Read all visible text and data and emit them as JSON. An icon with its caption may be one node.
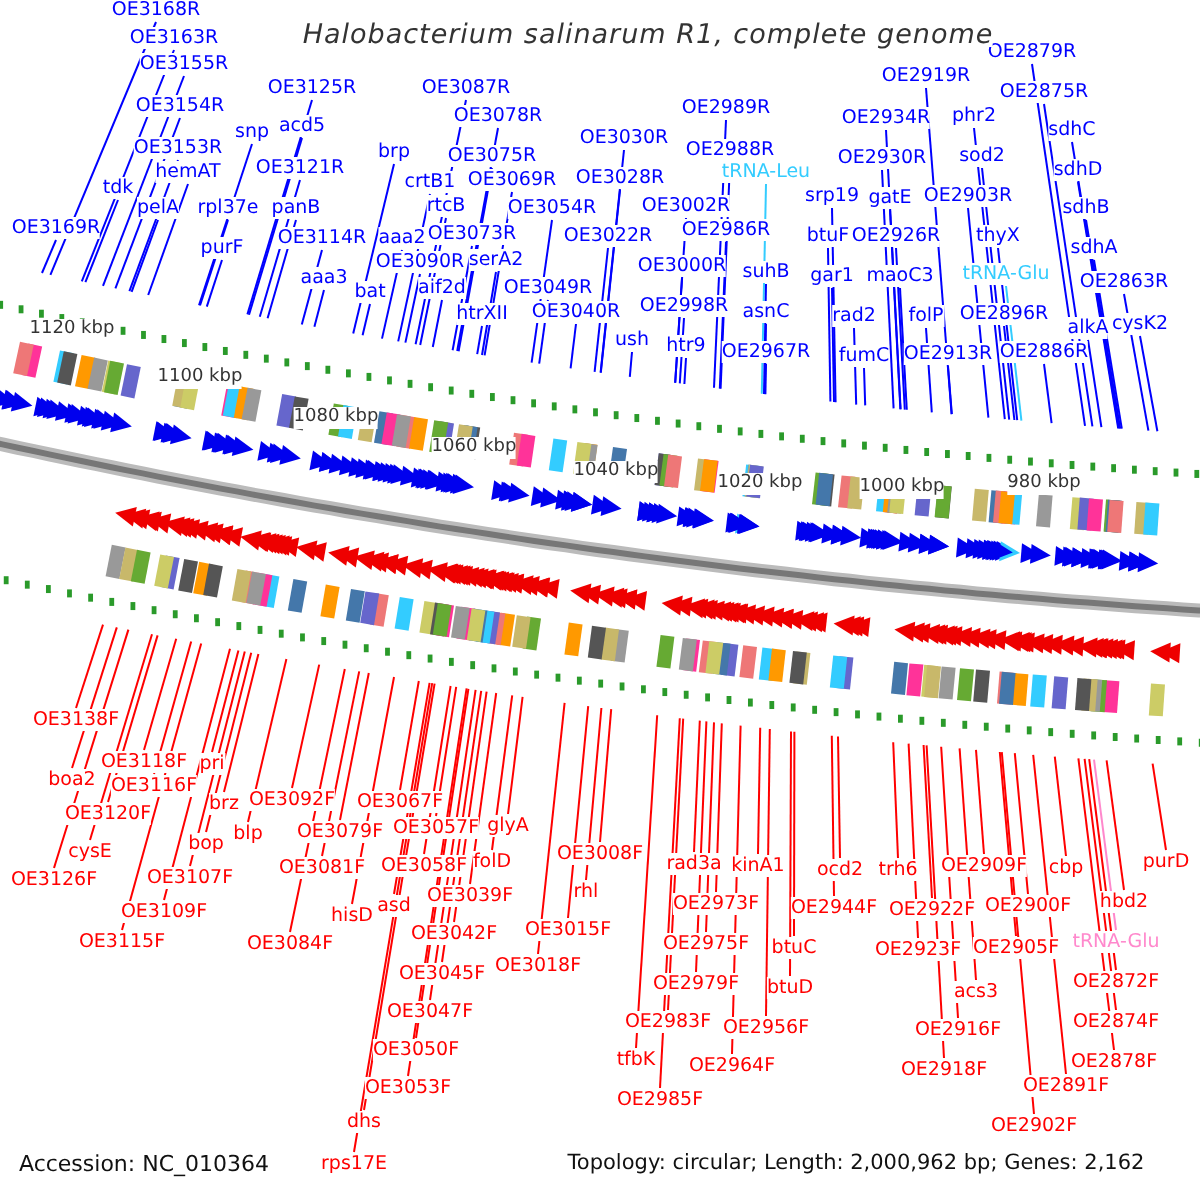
{
  "diagram": {
    "title": "Halobacterium salinarum R1, complete genome",
    "nodes": [
      {
        "text": [
          "OE3168R"
        ]
      },
      {
        "text": [
          "OE3163R"
        ]
      },
      {
        "text": [
          "OE3155R"
        ]
      },
      {
        "text": [
          "OE3154R"
        ]
      },
      {
        "text": [
          "OE3153R"
        ]
      },
      {
        "text": [
          "hemAT"
        ]
      },
      {
        "text": [
          "tdk"
        ]
      },
      {
        "text": [
          "pelA"
        ]
      },
      {
        "text": [
          "rpl37e"
        ]
      },
      {
        "text": [
          "OE3169R"
        ]
      },
      {
        "text": [
          "snp"
        ]
      },
      {
        "text": [
          "OE3125R"
        ]
      },
      {
        "text": [
          "acd5"
        ]
      },
      {
        "text": [
          "OE3121R"
        ]
      },
      {
        "text": [
          "panB"
        ]
      },
      {
        "text": [
          "purF"
        ]
      },
      {
        "text": [
          "OE3114R"
        ]
      },
      {
        "text": [
          "aaa3"
        ]
      },
      {
        "text": [
          "brp"
        ]
      },
      {
        "text": [
          "crtB1"
        ]
      },
      {
        "text": [
          "rtcB"
        ]
      },
      {
        "text": [
          "aaa2"
        ]
      },
      {
        "text": [
          "OE3090R"
        ]
      },
      {
        "text": [
          "bat"
        ]
      },
      {
        "text": [
          "aif2d"
        ]
      },
      {
        "text": [
          "OE3087R"
        ]
      },
      {
        "text": [
          "OE3078R"
        ]
      },
      {
        "text": [
          "OE3075R"
        ]
      },
      {
        "text": [
          "OE3069R"
        ]
      },
      {
        "text": [
          "OE3073R"
        ]
      },
      {
        "text": [
          "serA2"
        ]
      },
      {
        "text": [
          "OE3054R"
        ]
      },
      {
        "text": [
          "htrXII"
        ]
      },
      {
        "text": [
          "OE3049R"
        ]
      },
      {
        "text": [
          "OE3040R"
        ]
      },
      {
        "text": [
          "OE3030R"
        ]
      },
      {
        "text": [
          "OE3028R"
        ]
      },
      {
        "text": [
          "OE3022R"
        ]
      },
      {
        "text": [
          "OE3002R"
        ]
      },
      {
        "text": [
          "OE3000R"
        ]
      },
      {
        "text": [
          "OE2998R"
        ]
      },
      {
        "text": [
          "ush"
        ]
      },
      {
        "text": [
          "htr9"
        ]
      },
      {
        "text": [
          "OE2989R"
        ]
      },
      {
        "text": [
          "OE2988R"
        ]
      },
      {
        "text": [
          "tRNA-Leu"
        ]
      },
      {
        "text": [
          "OE2986R"
        ]
      },
      {
        "text": [
          "suhB"
        ]
      },
      {
        "text": [
          "asnC"
        ]
      },
      {
        "text": [
          "OE2967R"
        ]
      },
      {
        "text": [
          "srp19"
        ]
      },
      {
        "text": [
          "btuF"
        ]
      },
      {
        "text": [
          "gar1"
        ]
      },
      {
        "text": [
          "rad2"
        ]
      },
      {
        "text": [
          "fumC"
        ]
      },
      {
        "text": [
          "OE2934R"
        ]
      },
      {
        "text": [
          "OE2930R"
        ]
      },
      {
        "text": [
          "gatE"
        ]
      },
      {
        "text": [
          "OE2926R"
        ]
      },
      {
        "text": [
          "maoC3"
        ]
      },
      {
        "text": [
          "folP"
        ]
      },
      {
        "text": [
          "OE2913R"
        ]
      },
      {
        "text": [
          "OE2919R"
        ]
      },
      {
        "text": [
          "phr2"
        ]
      },
      {
        "text": [
          "sod2"
        ]
      },
      {
        "text": [
          "OE2903R"
        ]
      },
      {
        "text": [
          "thyX"
        ]
      },
      {
        "text": [
          "tRNA-Glu"
        ]
      },
      {
        "text": [
          "OE2896R"
        ]
      },
      {
        "text": [
          "OE2886R"
        ]
      },
      {
        "text": [
          "OE2879R"
        ]
      },
      {
        "text": [
          "OE2875R"
        ]
      },
      {
        "text": [
          "sdhC"
        ]
      },
      {
        "text": [
          "sdhD"
        ]
      },
      {
        "text": [
          "sdhB"
        ]
      },
      {
        "text": [
          "sdhA"
        ]
      },
      {
        "text": [
          "OE2863R"
        ]
      },
      {
        "text": [
          "alkA"
        ]
      },
      {
        "text": [
          "cysK2"
        ]
      },
      {
        "text": [
          "OE3138F"
        ]
      },
      {
        "text": [
          "boa2"
        ]
      },
      {
        "text": [
          "OE3118F"
        ]
      },
      {
        "text": [
          "OE3116F"
        ]
      },
      {
        "text": [
          "pri"
        ]
      },
      {
        "text": [
          "OE3120F"
        ]
      },
      {
        "text": [
          "brz"
        ]
      },
      {
        "text": [
          "blp"
        ]
      },
      {
        "text": [
          "cysE"
        ]
      },
      {
        "text": [
          "bop"
        ]
      },
      {
        "text": [
          "OE3126F"
        ]
      },
      {
        "text": [
          "OE3107F"
        ]
      },
      {
        "text": [
          "OE3109F"
        ]
      },
      {
        "text": [
          "OE3115F"
        ]
      },
      {
        "text": [
          "OE3092F"
        ]
      },
      {
        "text": [
          "OE3079F"
        ]
      },
      {
        "text": [
          "OE3081F"
        ]
      },
      {
        "text": [
          "hisD"
        ]
      },
      {
        "text": [
          "OE3084F"
        ]
      },
      {
        "text": [
          "OE3067F"
        ]
      },
      {
        "text": [
          "OE3057F"
        ]
      },
      {
        "text": [
          "glyA"
        ]
      },
      {
        "text": [
          "OE3058F"
        ]
      },
      {
        "text": [
          "folD"
        ]
      },
      {
        "text": [
          "asd"
        ]
      },
      {
        "text": [
          "OE3039F"
        ]
      },
      {
        "text": [
          "OE3042F"
        ]
      },
      {
        "text": [
          "OE3045F"
        ]
      },
      {
        "text": [
          "OE3047F"
        ]
      },
      {
        "text": [
          "OE3050F"
        ]
      },
      {
        "text": [
          "OE3053F"
        ]
      },
      {
        "text": [
          "dhs"
        ]
      },
      {
        "text": [
          "rps17E"
        ]
      },
      {
        "text": [
          "OE3008F"
        ]
      },
      {
        "text": [
          "rhl"
        ]
      },
      {
        "text": [
          "OE3015F"
        ]
      },
      {
        "text": [
          "OE3018F"
        ]
      },
      {
        "text": [
          "rad3a"
        ]
      },
      {
        "text": [
          "OE2973F"
        ]
      },
      {
        "text": [
          "kinA1"
        ]
      },
      {
        "text": [
          "OE2975F"
        ]
      },
      {
        "text": [
          "OE2979F"
        ]
      },
      {
        "text": [
          "OE2983F"
        ]
      },
      {
        "text": [
          "tfbK"
        ]
      },
      {
        "text": [
          "OE2985F"
        ]
      },
      {
        "text": [
          "btuC"
        ]
      },
      {
        "text": [
          "btuD"
        ]
      },
      {
        "text": [
          "OE2956F"
        ]
      },
      {
        "text": [
          "OE2964F"
        ]
      },
      {
        "text": [
          "ocd2"
        ]
      },
      {
        "text": [
          "OE2944F"
        ]
      },
      {
        "text": [
          "trh6"
        ]
      },
      {
        "text": [
          "OE2922F"
        ]
      },
      {
        "text": [
          "OE2923F"
        ]
      },
      {
        "text": [
          "acs3"
        ]
      },
      {
        "text": [
          "OE2916F"
        ]
      },
      {
        "text": [
          "OE2918F"
        ]
      },
      {
        "text": [
          "OE2909F"
        ]
      },
      {
        "text": [
          "OE2900F"
        ]
      },
      {
        "text": [
          "OE2905F"
        ]
      },
      {
        "text": [
          "cbp"
        ]
      },
      {
        "text": [
          "OE2891F"
        ]
      },
      {
        "text": [
          "OE2902F"
        ]
      },
      {
        "text": [
          "purD"
        ]
      },
      {
        "text": [
          "hbd2"
        ]
      },
      {
        "text": [
          "tRNA-Glu"
        ]
      },
      {
        "text": [
          "OE2872F"
        ]
      },
      {
        "text": [
          "OE2874F"
        ]
      },
      {
        "text": [
          "OE2878F"
        ]
      }
    ],
    "edges": [
      {
        "from": 0,
        "to": null,
        "arrow": "none"
      },
      {
        "from": 1,
        "to": null,
        "arrow": "none"
      },
      {
        "from": 2,
        "to": null,
        "arrow": "none"
      },
      {
        "from": 3,
        "to": null,
        "arrow": "none"
      },
      {
        "from": 4,
        "to": null,
        "arrow": "none"
      },
      {
        "from": 5,
        "to": null,
        "arrow": "none"
      },
      {
        "from": 6,
        "to": null,
        "arrow": "none"
      },
      {
        "from": 7,
        "to": null,
        "arrow": "none"
      },
      {
        "from": 8,
        "to": null,
        "arrow": "none"
      },
      {
        "from": 9,
        "to": null,
        "arrow": "none"
      },
      {
        "from": 10,
        "to": null,
        "arrow": "none"
      },
      {
        "from": 11,
        "to": null,
        "arrow": "none"
      },
      {
        "from": 12,
        "to": null,
        "arrow": "none"
      },
      {
        "from": 13,
        "to": null,
        "arrow": "none"
      },
      {
        "from": 14,
        "to": null,
        "arrow": "none"
      },
      {
        "from": 15,
        "to": null,
        "arrow": "none"
      },
      {
        "from": 16,
        "to": null,
        "arrow": "none"
      },
      {
        "from": 17,
        "to": null,
        "arrow": "none"
      },
      {
        "from": 18,
        "to": null,
        "arrow": "none"
      },
      {
        "from": 19,
        "to": null,
        "arrow": "none"
      },
      {
        "from": 20,
        "to": null,
        "arrow": "none"
      },
      {
        "from": 21,
        "to": null,
        "arrow": "none"
      },
      {
        "from": 22,
        "to": null,
        "arrow": "none"
      },
      {
        "from": 23,
        "to": null,
        "arrow": "none"
      },
      {
        "from": 24,
        "to": null,
        "arrow": "none"
      },
      {
        "from": 25,
        "to": null,
        "arrow": "none"
      },
      {
        "from": 26,
        "to": null,
        "arrow": "none"
      },
      {
        "from": 27,
        "to": null,
        "arrow": "none"
      },
      {
        "from": 28,
        "to": null,
        "arrow": "none"
      },
      {
        "from": 29,
        "to": null,
        "arrow": "none"
      },
      {
        "from": 30,
        "to": null,
        "arrow": "none"
      },
      {
        "from": 31,
        "to": null,
        "arrow": "none"
      },
      {
        "from": 32,
        "to": null,
        "arrow": "none"
      },
      {
        "from": 33,
        "to": null,
        "arrow": "none"
      },
      {
        "from": 34,
        "to": null,
        "arrow": "none"
      },
      {
        "from": 35,
        "to": null,
        "arrow": "none"
      },
      {
        "from": 36,
        "to": null,
        "arrow": "none"
      },
      {
        "from": 37,
        "to": null,
        "arrow": "none"
      },
      {
        "from": 38,
        "to": null,
        "arrow": "none"
      },
      {
        "from": 39,
        "to": null,
        "arrow": "none"
      },
      {
        "from": 40,
        "to": null,
        "arrow": "none"
      },
      {
        "from": 41,
        "to": null,
        "arrow": "none"
      },
      {
        "from": 42,
        "to": null,
        "arrow": "none"
      },
      {
        "from": 43,
        "to": null,
        "arrow": "none"
      },
      {
        "from": 44,
        "to": null,
        "arrow": "none"
      },
      {
        "from": 45,
        "to": null,
        "arrow": "none",
        "color": "#33ccff"
      },
      {
        "from": 46,
        "to": null,
        "arrow": "none"
      },
      {
        "from": 47,
        "to": null,
        "arrow": "none"
      },
      {
        "from": 48,
        "to": null,
        "arrow": "none"
      },
      {
        "from": 49,
        "to": null,
        "arrow": "none"
      },
      {
        "from": 50,
        "to": null,
        "arrow": "none"
      },
      {
        "from": 51,
        "to": null,
        "arrow": "none"
      },
      {
        "from": 52,
        "to": null,
        "arrow": "none"
      },
      {
        "from": 53,
        "to": null,
        "arrow": "none"
      },
      {
        "from": 54,
        "to": null,
        "arrow": "none"
      },
      {
        "from": 55,
        "to": null,
        "arrow": "none"
      },
      {
        "from": 56,
        "to": null,
        "arrow": "none"
      },
      {
        "from": 57,
        "to": null,
        "arrow": "none"
      },
      {
        "from": 58,
        "to": null,
        "arrow": "none"
      },
      {
        "from": 59,
        "to": null,
        "arrow": "none"
      },
      {
        "from": 60,
        "to": null,
        "arrow": "none"
      },
      {
        "from": 61,
        "to": null,
        "arrow": "none"
      },
      {
        "from": 62,
        "to": null,
        "arrow": "none"
      },
      {
        "from": 63,
        "to": null,
        "arrow": "none"
      },
      {
        "from": 64,
        "to": null,
        "arrow": "none"
      },
      {
        "from": 65,
        "to": null,
        "arrow": "none"
      },
      {
        "from": 66,
        "to": null,
        "arrow": "none"
      },
      {
        "from": 67,
        "to": null,
        "arrow": "none",
        "color": "#33ccff"
      },
      {
        "from": 68,
        "to": null,
        "arrow": "none"
      },
      {
        "from": 69,
        "to": null,
        "arrow": "none"
      },
      {
        "from": 70,
        "to": null,
        "arrow": "none"
      },
      {
        "from": 71,
        "to": null,
        "arrow": "none"
      },
      {
        "from": 72,
        "to": null,
        "arrow": "none"
      },
      {
        "from": 73,
        "to": null,
        "arrow": "none"
      },
      {
        "from": 74,
        "to": null,
        "arrow": "none"
      },
      {
        "from": 75,
        "to": null,
        "arrow": "none"
      },
      {
        "from": 76,
        "to": null,
        "arrow": "none"
      },
      {
        "from": 77,
        "to": null,
        "arrow": "none"
      },
      {
        "from": 78,
        "to": null,
        "arrow": "none"
      },
      {
        "from": 79,
        "to": null,
        "arrow": "none",
        "color": "#ff0000"
      },
      {
        "from": 80,
        "to": null,
        "arrow": "none",
        "color": "#ff0000"
      },
      {
        "from": 81,
        "to": null,
        "arrow": "none",
        "color": "#ff0000"
      },
      {
        "from": 82,
        "to": null,
        "arrow": "none",
        "color": "#ff0000"
      },
      {
        "from": 83,
        "to": null,
        "arrow": "none",
        "color": "#ff0000"
      },
      {
        "from": 84,
        "to": null,
        "arrow": "none",
        "color": "#ff0000"
      },
      {
        "from": 85,
        "to": null,
        "arrow": "none",
        "color": "#ff0000"
      },
      {
        "from": 86,
        "to": null,
        "arrow": "none",
        "color": "#ff0000"
      },
      {
        "from": 87,
        "to": null,
        "arrow": "none",
        "color": "#ff0000"
      },
      {
        "from": 88,
        "to": null,
        "arrow": "none",
        "color": "#ff0000"
      },
      {
        "from": 89,
        "to": null,
        "arrow": "none",
        "color": "#ff0000"
      },
      {
        "from": 90,
        "to": null,
        "arrow": "none",
        "color": "#ff0000"
      },
      {
        "from": 91,
        "to": null,
        "arrow": "none",
        "color": "#ff0000"
      },
      {
        "from": 92,
        "to": null,
        "arrow": "none",
        "color": "#ff0000"
      },
      {
        "from": 93,
        "to": null,
        "arrow": "none",
        "color": "#ff0000"
      },
      {
        "from": 94,
        "to": null,
        "arrow": "none",
        "color": "#ff0000"
      },
      {
        "from": 95,
        "to": null,
        "arrow": "none",
        "color": "#ff0000"
      },
      {
        "from": 96,
        "to": null,
        "arrow": "none",
        "color": "#ff0000"
      },
      {
        "from": 97,
        "to": null,
        "arrow": "none",
        "color": "#ff0000"
      },
      {
        "from": 98,
        "to": null,
        "arrow": "none",
        "color": "#ff0000"
      },
      {
        "from": 99,
        "to": null,
        "arrow": "none",
        "color": "#ff0000"
      },
      {
        "from": 100,
        "to": null,
        "arrow": "none",
        "color": "#ff0000"
      },
      {
        "from": 101,
        "to": null,
        "arrow": "none",
        "color": "#ff0000"
      },
      {
        "from": 102,
        "to": null,
        "arrow": "none",
        "color": "#ff0000"
      },
      {
        "from": 103,
        "to": null,
        "arrow": "none",
        "color": "#ff0000"
      },
      {
        "from": 104,
        "to": null,
        "arrow": "none",
        "color": "#ff0000"
      },
      {
        "from": 105,
        "to": null,
        "arrow": "none",
        "color": "#ff0000"
      },
      {
        "from": 106,
        "to": null,
        "arrow": "none",
        "color": "#ff0000"
      },
      {
        "from": 107,
        "to": null,
        "arrow": "none",
        "color": "#ff0000"
      },
      {
        "from": 108,
        "to": null,
        "arrow": "none",
        "color": "#ff0000"
      },
      {
        "from": 109,
        "to": null,
        "arrow": "none",
        "color": "#ff0000"
      },
      {
        "from": 110,
        "to": null,
        "arrow": "none",
        "color": "#ff0000"
      },
      {
        "from": 111,
        "to": null,
        "arrow": "none",
        "color": "#ff0000"
      },
      {
        "from": 112,
        "to": null,
        "arrow": "none",
        "color": "#ff0000"
      },
      {
        "from": 113,
        "to": null,
        "arrow": "none",
        "color": "#ff0000"
      },
      {
        "from": 114,
        "to": null,
        "arrow": "none",
        "color": "#ff0000"
      },
      {
        "from": 115,
        "to": null,
        "arrow": "none",
        "color": "#ff0000"
      },
      {
        "from": 116,
        "to": null,
        "arrow": "none",
        "color": "#ff0000"
      },
      {
        "from": 117,
        "to": null,
        "arrow": "none",
        "color": "#ff0000"
      },
      {
        "from": 118,
        "to": null,
        "arrow": "none",
        "color": "#ff0000"
      },
      {
        "from": 119,
        "to": null,
        "arrow": "none",
        "color": "#ff0000"
      },
      {
        "from": 120,
        "to": null,
        "arrow": "none",
        "color": "#ff0000"
      },
      {
        "from": 121,
        "to": null,
        "arrow": "none",
        "color": "#ff0000"
      },
      {
        "from": 122,
        "to": null,
        "arrow": "none",
        "color": "#ff0000"
      },
      {
        "from": 123,
        "to": null,
        "arrow": "none",
        "color": "#ff0000"
      },
      {
        "from": 124,
        "to": null,
        "arrow": "none",
        "color": "#ff0000"
      },
      {
        "from": 125,
        "to": null,
        "arrow": "none",
        "color": "#ff0000"
      },
      {
        "from": 126,
        "to": null,
        "arrow": "none",
        "color": "#ff0000"
      },
      {
        "from": 127,
        "to": null,
        "arrow": "none",
        "color": "#ff0000"
      },
      {
        "from": 128,
        "to": null,
        "arrow": "none",
        "color": "#ff0000"
      },
      {
        "from": 129,
        "to": null,
        "arrow": "none",
        "color": "#ff0000"
      },
      {
        "from": 130,
        "to": null,
        "arrow": "none",
        "color": "#ff0000"
      },
      {
        "from": 131,
        "to": null,
        "arrow": "none",
        "color": "#ff0000"
      },
      {
        "from": 132,
        "to": null,
        "arrow": "none",
        "color": "#ff0000"
      },
      {
        "from": 133,
        "to": null,
        "arrow": "none",
        "color": "#ff0000"
      },
      {
        "from": 134,
        "to": null,
        "arrow": "none",
        "color": "#ff0000"
      },
      {
        "from": 135,
        "to": null,
        "arrow": "none",
        "color": "#ff0000"
      },
      {
        "from": 136,
        "to": null,
        "arrow": "none",
        "color": "#ff0000"
      },
      {
        "from": 137,
        "to": null,
        "arrow": "none",
        "color": "#ff0000"
      },
      {
        "from": 138,
        "to": null,
        "arrow": "none",
        "color": "#ff0000"
      },
      {
        "from": 139,
        "to": null,
        "arrow": "none",
        "color": "#ff0000"
      },
      {
        "from": 140,
        "to": null,
        "arrow": "none",
        "color": "#ff0000"
      },
      {
        "from": 141,
        "to": null,
        "arrow": "none",
        "color": "#ff0000"
      },
      {
        "from": 142,
        "to": null,
        "arrow": "none",
        "color": "#ff0000"
      },
      {
        "from": 143,
        "to": null,
        "arrow": "none",
        "color": "#ff0000"
      },
      {
        "from": 144,
        "to": null,
        "arrow": "none",
        "color": "#ff88cc"
      },
      {
        "from": 145,
        "to": null,
        "arrow": "none",
        "color": "#ff0000"
      },
      {
        "from": 146,
        "to": null,
        "arrow": "none",
        "color": "#ff0000"
      },
      {
        "from": 147,
        "to": null,
        "arrow": "none",
        "color": "#ff0000"
      }
    ],
    "labels": [
      "1120 kbp",
      "1100 kbp",
      "1080 kbp",
      "1060 kbp",
      "1040 kbp",
      "1020 kbp",
      "1000 kbp",
      "980 kbp",
      "Accession: NC_010364",
      "Topology: circular; Length: 2,000,962 bp; Genes: 2,162"
    ]
  }
}
